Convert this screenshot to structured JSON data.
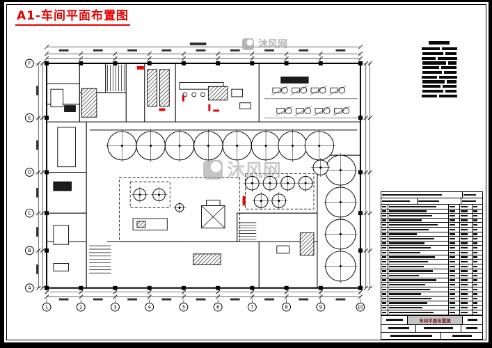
{
  "page": {
    "title": "A1-车间平面布置图"
  },
  "watermarks": {
    "top": "沐风网",
    "center": "沐风网"
  },
  "plan_grid": {
    "cols": [
      "1",
      "2",
      "3",
      "4",
      "5",
      "6",
      "7",
      "8",
      "9",
      "10"
    ],
    "rows": [
      "F",
      "E",
      "D",
      "C",
      "B",
      "A"
    ]
  },
  "equipment_table": {
    "row_count": 24,
    "title_block_name": "车间平面布置图"
  },
  "colors": {
    "accent_red": "#e60000",
    "line": "#000000",
    "watermark_gray": "#a8a8a8"
  }
}
